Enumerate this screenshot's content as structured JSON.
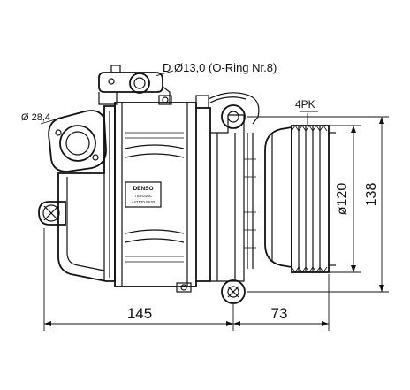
{
  "annotations": {
    "port_d_label": "D Ø13,0 (O-Ring Nr.8)",
    "port_s_label": "Ø 28,4",
    "pulley_label": "4PK"
  },
  "dimensions": {
    "body_length": "145",
    "pulley_length": "73",
    "pulley_diameter": "ø120",
    "overall_height": "138"
  },
  "nameplate": {
    "brand": "DENSO",
    "line1": "7SBU16C",
    "line2": "447170 9630"
  },
  "colors": {
    "line": "#111111",
    "background": "#ffffff"
  }
}
